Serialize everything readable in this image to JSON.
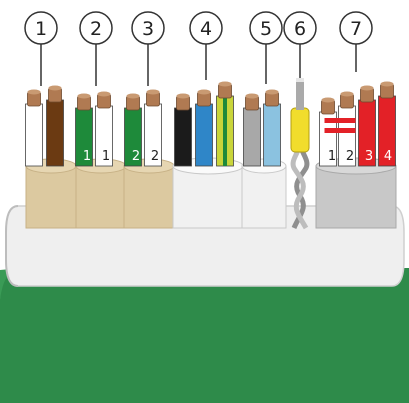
{
  "callouts": [
    "1",
    "2",
    "3",
    "4",
    "5",
    "6",
    "7"
  ],
  "core_labels": {
    "group1": "",
    "group2": [
      "1",
      "1"
    ],
    "group3": [
      "2",
      "2"
    ],
    "group7": [
      "1",
      "2",
      "3",
      "4"
    ]
  },
  "colors": {
    "outer_jacket": "#2e8b4a",
    "shield_band": "#eeeeee",
    "copper": "#b07a52",
    "brown": "#6b3a12",
    "green": "#1e8a3a",
    "tan": "#dcc9a0",
    "black": "#1b1b1b",
    "blue": "#2f86c8",
    "yellow_green": "#c9d53a",
    "grey": "#a8a8a8",
    "light_blue": "#8bc2e0",
    "yellow_sleeve": "#f1dd2c",
    "red": "#e32127"
  }
}
